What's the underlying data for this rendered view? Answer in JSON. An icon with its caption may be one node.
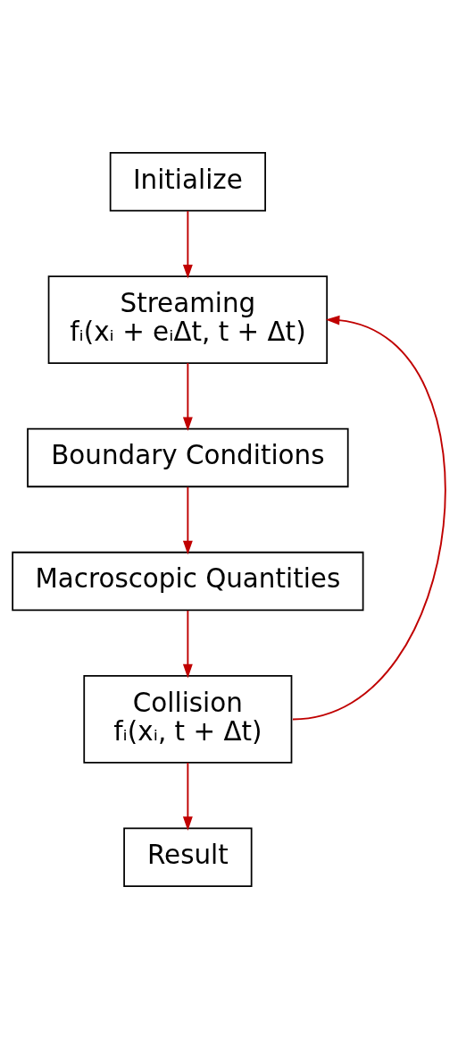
{
  "diagram": {
    "nodes": [
      {
        "text": [
          "Initialize"
        ]
      },
      {
        "text": [
          "Streaming",
          "fᵢ(xᵢ + eᵢΔt, t + Δt)"
        ]
      },
      {
        "text": [
          "Boundary Conditions"
        ]
      },
      {
        "text": [
          "Macroscopic Quantities"
        ]
      },
      {
        "text": [
          "Collision",
          "fᵢ(xᵢ, t + Δt)"
        ]
      },
      {
        "text": [
          "Result"
        ]
      }
    ],
    "edges": [
      {
        "from": 0,
        "to": 1,
        "arrow": "to"
      },
      {
        "from": 1,
        "to": 2,
        "arrow": "to"
      },
      {
        "from": 2,
        "to": 3,
        "arrow": "to"
      },
      {
        "from": 3,
        "to": 4,
        "arrow": "to"
      },
      {
        "from": 4,
        "to": 5,
        "arrow": "to"
      },
      {
        "from": 4,
        "to": 1,
        "arrow": "to"
      }
    ]
  }
}
